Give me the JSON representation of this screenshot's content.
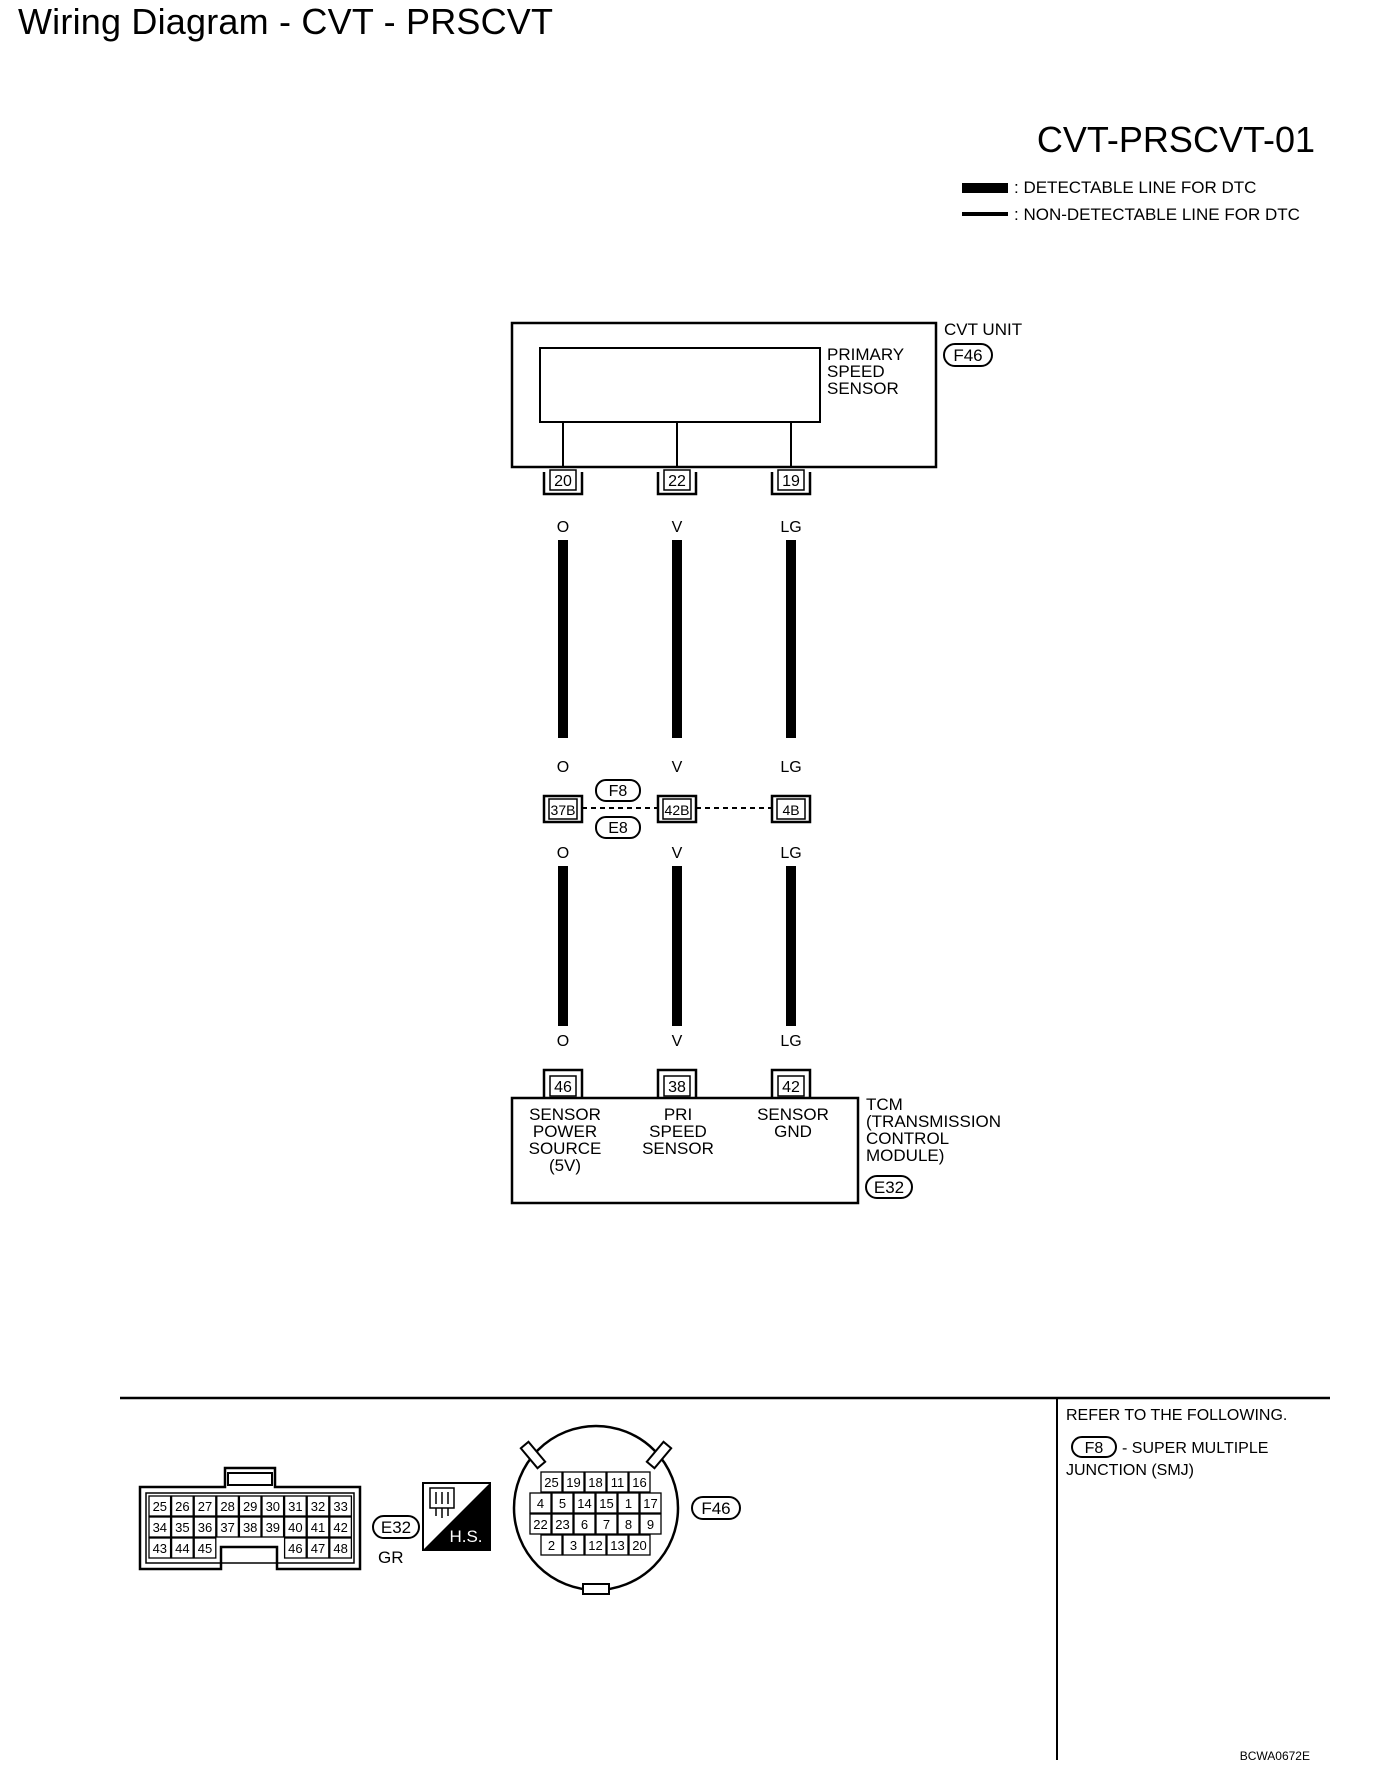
{
  "page": {
    "title": "Wiring Diagram - CVT - PRSCVT",
    "diagram_id": "CVT-PRSCVT-01",
    "figure_code": "BCWA0672E"
  },
  "legend": {
    "detectable": ": DETECTABLE LINE FOR DTC",
    "non_detectable": ": NON-DETECTABLE LINE FOR DTC"
  },
  "cvt_unit": {
    "name": "CVT UNIT",
    "connector": "F46",
    "component_lines": [
      "PRIMARY",
      "SPEED",
      "SENSOR"
    ]
  },
  "wires": [
    {
      "terminal_top": "20",
      "color_top": "O",
      "color_mid_top": "O",
      "joint_pin": "37B",
      "color_mid_bot": "O",
      "color_bot": "O",
      "terminal_bottom": "46",
      "tcm_label_lines": [
        "SENSOR",
        "POWER",
        "SOURCE",
        "(5V)"
      ]
    },
    {
      "terminal_top": "22",
      "color_top": "V",
      "color_mid_top": "V",
      "joint_pin": "42B",
      "color_mid_bot": "V",
      "color_bot": "V",
      "terminal_bottom": "38",
      "tcm_label_lines": [
        "PRI",
        "SPEED",
        "SENSOR"
      ]
    },
    {
      "terminal_top": "19",
      "color_top": "LG",
      "color_mid_top": "LG",
      "joint_pin": "4B",
      "color_mid_bot": "LG",
      "color_bot": "LG",
      "terminal_bottom": "42",
      "tcm_label_lines": [
        "SENSOR",
        "GND"
      ]
    }
  ],
  "joint": {
    "connector_upper": "F8",
    "connector_lower": "E8"
  },
  "tcm": {
    "name_lines": [
      "TCM",
      "(TRANSMISSION",
      "CONTROL",
      "MODULE)"
    ],
    "connector": "E32"
  },
  "connectors": {
    "e32": {
      "id": "E32",
      "color": "GR",
      "rows": [
        [
          "25",
          "26",
          "27",
          "28",
          "29",
          "30",
          "31",
          "32",
          "33"
        ],
        [
          "34",
          "35",
          "36",
          "37",
          "38",
          "39",
          "40",
          "41",
          "42"
        ],
        [
          "43",
          "44",
          "45",
          "46",
          "47",
          "48"
        ]
      ]
    },
    "hs": {
      "label": "H.S."
    },
    "f46": {
      "id": "F46",
      "rows": [
        [
          "25",
          "19",
          "18",
          "11",
          "16"
        ],
        [
          "4",
          "5",
          "14",
          "15",
          "1",
          "17"
        ],
        [
          "22",
          "23",
          "6",
          "7",
          "8",
          "9"
        ],
        [
          "2",
          "3",
          "12",
          "13",
          "20"
        ]
      ]
    }
  },
  "reference": {
    "heading": "REFER TO THE FOLLOWING.",
    "connector": "F8",
    "text_line1": "- SUPER MULTIPLE",
    "text_line2": "JUNCTION (SMJ)"
  }
}
